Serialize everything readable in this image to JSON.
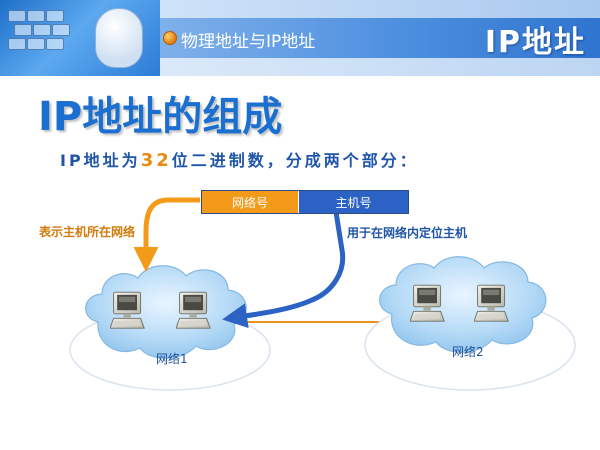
{
  "header": {
    "subtitle": "物理地址与IP地址",
    "title": "IP地址"
  },
  "slide": {
    "title": "IP地址的组成",
    "summary_prefix": "IP地址为",
    "summary_number": "32",
    "summary_suffix": "位二进制数，分成两个部分："
  },
  "address": {
    "network_part": "网络号",
    "host_part": "主机号"
  },
  "labels": {
    "network_meaning": "表示主机所在网络",
    "host_meaning": "用于在网络内定位主机"
  },
  "networks": [
    {
      "name": "网络1"
    },
    {
      "name": "网络2"
    }
  ],
  "colors": {
    "accent_orange": "#f39a18",
    "accent_blue": "#2b62c4",
    "title_blue": "#1a6fd0",
    "cloud_blue": "#aed5f5"
  }
}
